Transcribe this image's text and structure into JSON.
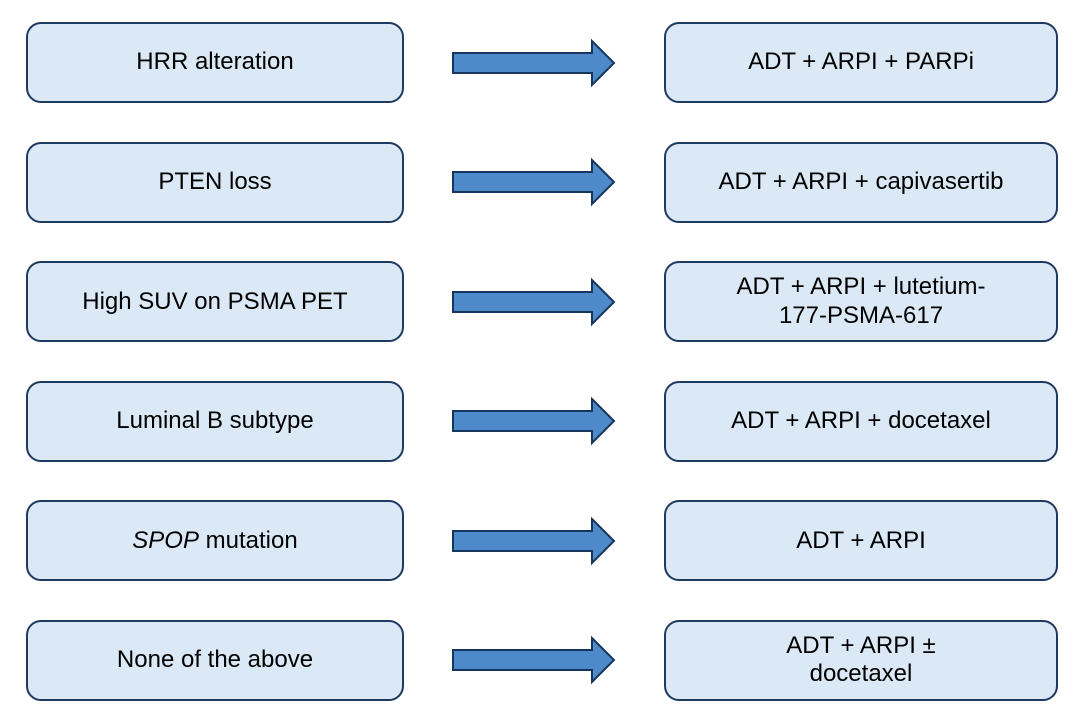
{
  "diagram": {
    "title": "biomarker-to-treatment flowchart",
    "colors": {
      "box_fill": "#dbe9f6",
      "box_border": "#1f3a60",
      "arrow_fill": "#4e8ac9",
      "arrow_border": "#17365d",
      "text": "#000000"
    },
    "rows": [
      {
        "condition_italic": "",
        "condition": "HRR alteration",
        "treatment": "ADT + ARPI + PARPi"
      },
      {
        "condition_italic": "",
        "condition": "PTEN loss",
        "treatment": "ADT + ARPI + capivasertib"
      },
      {
        "condition_italic": "",
        "condition": "High SUV on PSMA PET",
        "treatment": "ADT + ARPI + lutetium-\n177-PSMA-617"
      },
      {
        "condition_italic": "",
        "condition": "Luminal B subtype",
        "treatment": "ADT + ARPI + docetaxel"
      },
      {
        "condition_italic": "SPOP",
        "condition": " mutation",
        "treatment": "ADT + ARPI"
      },
      {
        "condition_italic": "",
        "condition": "None of the above",
        "treatment": "ADT + ARPI ±\ndocetaxel"
      }
    ]
  }
}
